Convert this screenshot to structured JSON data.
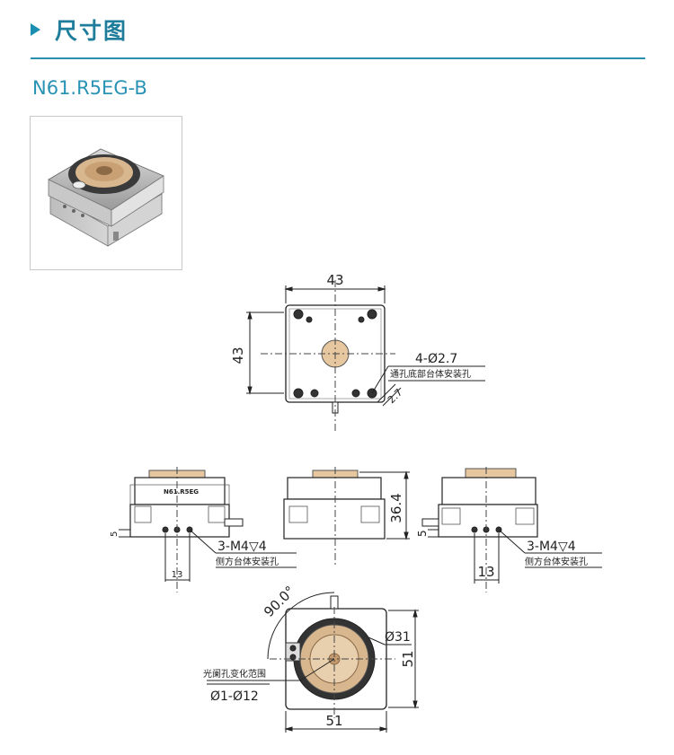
{
  "header": {
    "title": "尺寸图"
  },
  "model": "N61.R5EG-B",
  "drawing": {
    "top_view": {
      "width_dim": "43",
      "height_dim": "43",
      "hole_callout": "4-Ø2.7",
      "hole_note": "通孔底部台体安装孔",
      "chamfer_dim": "2.7"
    },
    "left_view": {
      "offset_dim": "5",
      "spacing_dim": "13",
      "thread_callout": "3-M4▽4",
      "thread_note": "侧方台体安装孔",
      "logo_text": "N61.R5EG"
    },
    "front_view": {
      "height_dim": "36.4"
    },
    "right_view": {
      "offset_dim": "5",
      "spacing_dim": "13",
      "thread_callout": "3-M4▽4",
      "thread_note": "侧方台体安装孔"
    },
    "bottom_view": {
      "angle_dim": "90.0°",
      "aperture_dim": "Ø31",
      "height_dim": "51",
      "width_dim": "51",
      "iris_label": "光阑孔变化范围",
      "iris_range": "Ø1-Ø12"
    }
  }
}
